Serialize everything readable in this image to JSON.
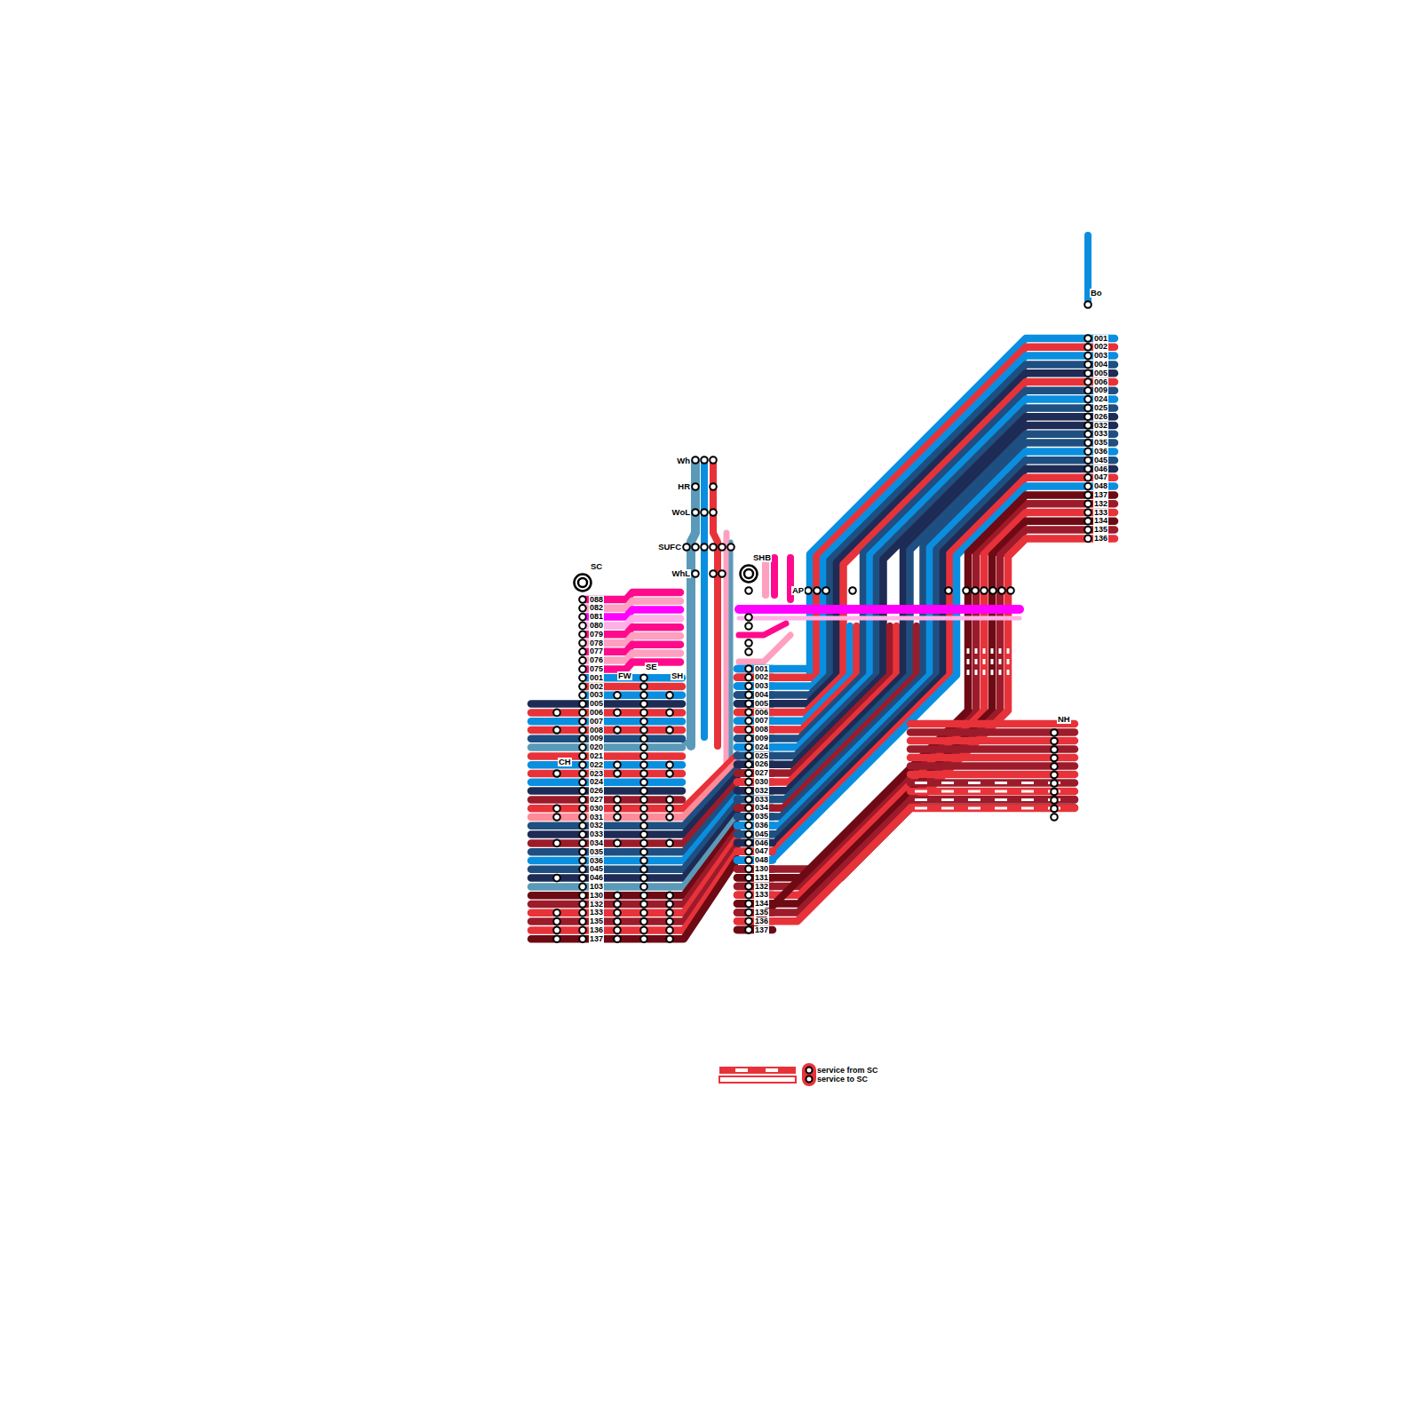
{
  "diagram": {
    "labels": [
      "Bo",
      "Wh",
      "HR",
      "WoL",
      "SUFC",
      "WhL",
      "SHB",
      "AP",
      "SC",
      "FW",
      "SE",
      "SH",
      "CH",
      "NH",
      "088",
      "082",
      "081",
      "080",
      "079",
      "078",
      "077",
      "076",
      "075",
      "001",
      "002",
      "003",
      "005",
      "006",
      "007",
      "008",
      "009",
      "020",
      "021",
      "022",
      "023",
      "024",
      "026",
      "027",
      "030",
      "031",
      "032",
      "033",
      "034",
      "035",
      "036",
      "045",
      "046",
      "103",
      "130",
      "132",
      "133",
      "135",
      "136",
      "137",
      "001",
      "002",
      "003",
      "004",
      "005",
      "006",
      "007",
      "008",
      "009",
      "024",
      "025",
      "026",
      "027",
      "030",
      "032",
      "033",
      "034",
      "035",
      "036",
      "045",
      "046",
      "047",
      "048",
      "130",
      "131",
      "132",
      "133",
      "134",
      "135",
      "136",
      "137",
      "001",
      "002",
      "003",
      "004",
      "005",
      "006",
      "009",
      "024",
      "025",
      "026",
      "032",
      "033",
      "035",
      "036",
      "045",
      "046",
      "047",
      "048",
      "137",
      "132",
      "133",
      "134",
      "135",
      "136"
    ],
    "legend": [
      {
        "text": "service from SC"
      },
      {
        "text": "service to SC"
      }
    ]
  }
}
